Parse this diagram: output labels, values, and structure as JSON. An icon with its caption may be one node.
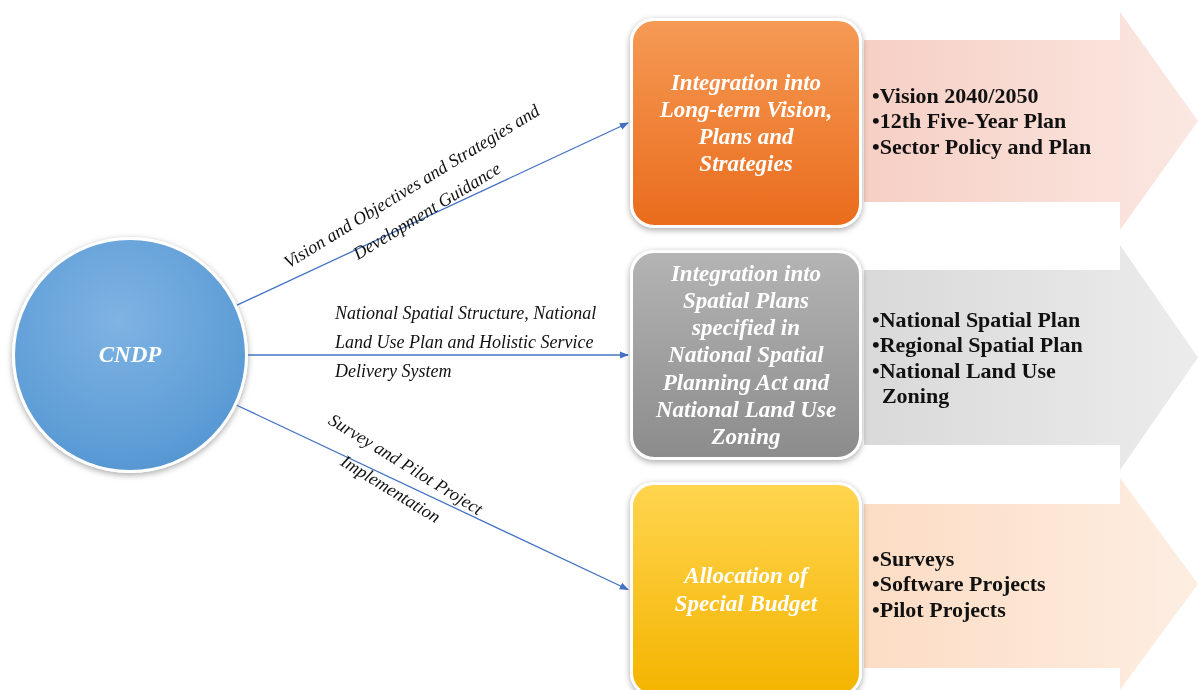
{
  "diagram": {
    "nodes": [
      {
        "text": [
          "CNDP"
        ]
      },
      {
        "text": [
          "Integration into Long-term Vision, Plans and Strategies"
        ]
      },
      {
        "text": [
          "•Vision 2040/2050",
          "•12th Five-Year Plan",
          "•Sector Policy and Plan"
        ]
      },
      {
        "text": [
          "Integration into Spatial Plans specified in National Spatial Planning Act and National Land Use Zoning"
        ]
      },
      {
        "text": [
          "•National Spatial Plan",
          "•Regional Spatial Plan",
          "•National Land Use Zoning"
        ]
      },
      {
        "text": [
          "Allocation of Special Budget"
        ]
      },
      {
        "text": [
          "•Surveys",
          "•Software Projects",
          "•Pilot Projects"
        ]
      }
    ],
    "edges": [
      {
        "from": 0,
        "to": 1,
        "arrow": "to",
        "label": "Vision and Objectives and Strategies and Development Guidance"
      },
      {
        "from": 0,
        "to": 3,
        "arrow": "to",
        "label": "National Spatial Structure, National Land Use Plan and Holistic Service Delivery System"
      },
      {
        "from": 0,
        "to": 5,
        "arrow": "to",
        "label": "Survey and Pilot Project Implementation"
      }
    ]
  }
}
